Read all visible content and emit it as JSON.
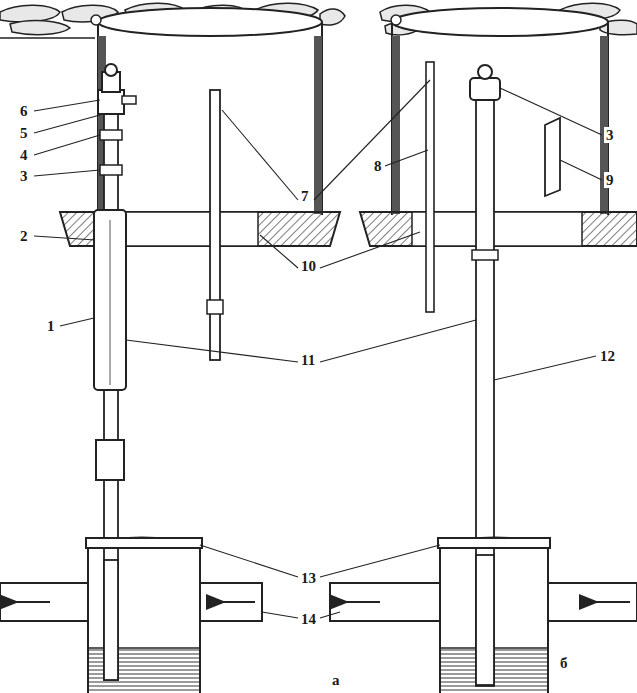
{
  "diagram": {
    "labels": [
      "6",
      "5",
      "4",
      "3",
      "7",
      "8",
      "3",
      "9",
      "2",
      "10",
      "1",
      "11",
      "12",
      "13",
      "14",
      "б",
      "а"
    ]
  }
}
